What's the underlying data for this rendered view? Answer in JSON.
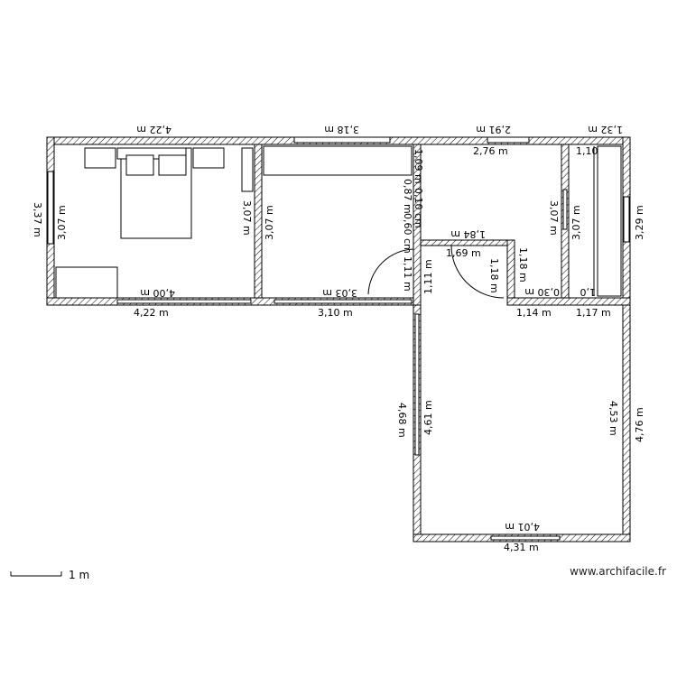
{
  "credit": "www.archifacile.fr",
  "scale_label": "1 m",
  "dims": {
    "room1_top_outer": "4,22 m",
    "room1_bottom_outer": "4,22 m",
    "room1_bottom_inner": "4,00 m",
    "room1_left_outer": "3,37 m",
    "room1_left_inner": "3,07 m",
    "room1_right_inner": "3,07 m",
    "room2_top": "3,18 m",
    "room2_left_inner": "3,07 m",
    "room2_bottom_inner": "3,03 m",
    "room2_bottom_outer": "3,10 m",
    "room3_top_outer": "2,91 m",
    "room3_top_inner": "2,76 m",
    "room3_left_a": "1,09 m",
    "room3_left_b": "0,10 cm",
    "room3_left_c": "0,87 m",
    "room3_left_d": "0,60 cm",
    "room3_right_inner": "3,07 m",
    "hall_top": "1,84 m",
    "hall_top_inner": "1,69 m",
    "hall_left_a": "1,11 m",
    "hall_left_b": "1,11 m",
    "hall_right": "1,18 m",
    "hall_right_b": "1,18 m",
    "wc_bottom_a": "0,30 m",
    "wc_bottom_b": "1,14 m",
    "room4_top": "1,32 m",
    "room4_top_inner": "1,10",
    "room4_left": "3,07 m",
    "room4_right": "3,29 m",
    "room4_bottom_a": "1,0",
    "room4_bottom_b": "1,17 m",
    "big_left_outer": "4,68 m",
    "big_left_inner": "4,61 m",
    "big_right_inner": "4,53 m",
    "big_right_outer": "4,76 m",
    "big_bottom_inner": "4,01 m",
    "big_bottom_outer": "4,31 m"
  }
}
